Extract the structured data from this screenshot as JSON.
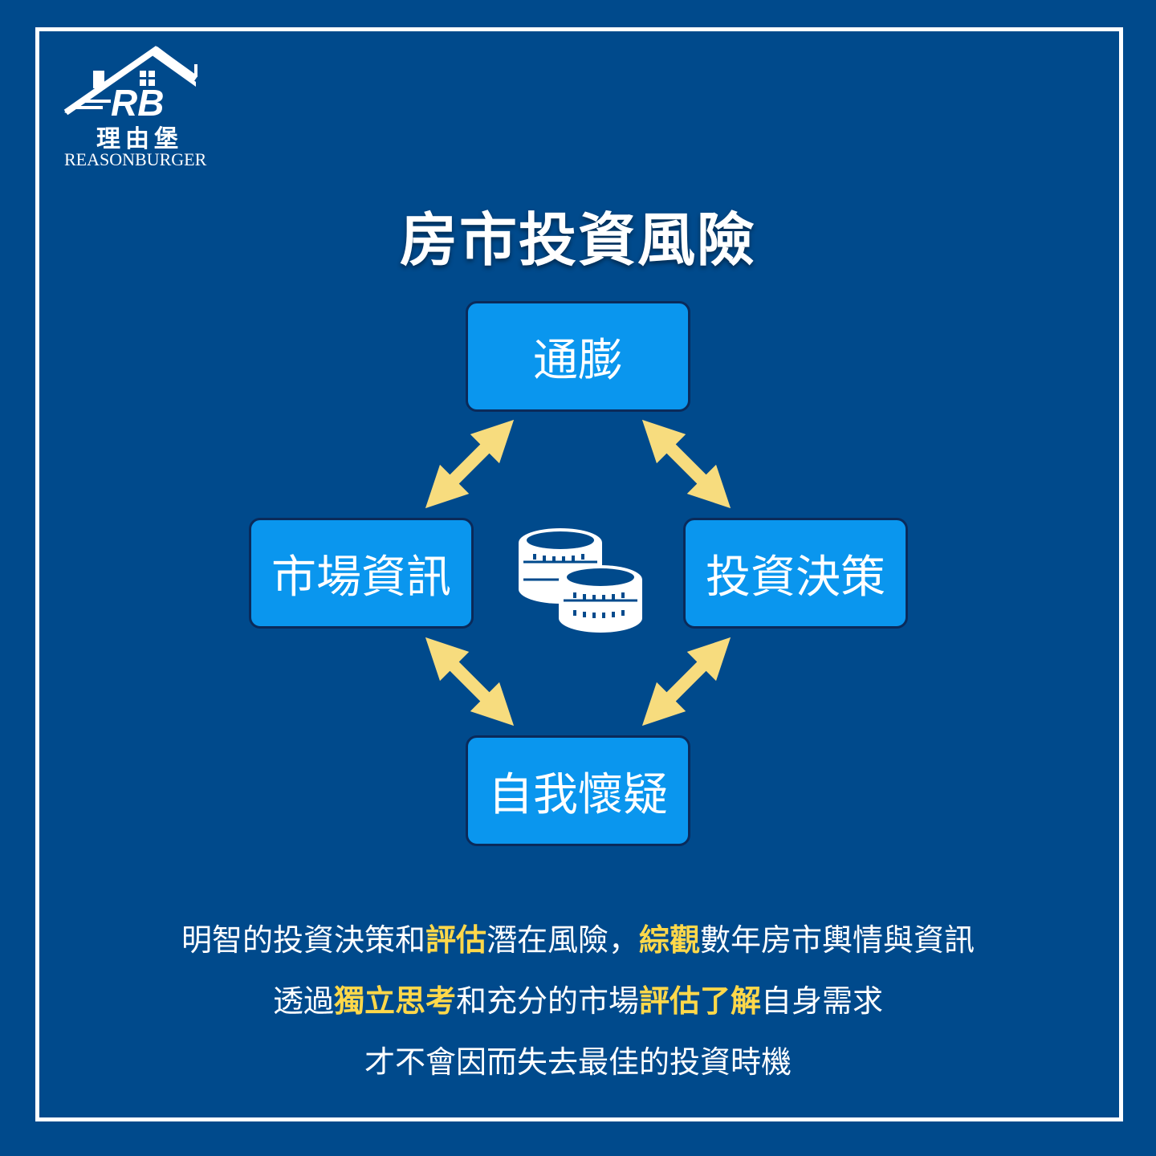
{
  "brand": {
    "name_cn": "理由堡",
    "name_en": "REASONBURGER",
    "monogram": "RB"
  },
  "title": "房市投資風險",
  "nodes": {
    "top": "通膨",
    "left": "市場資訊",
    "right": "投資決策",
    "bottom": "自我懷疑"
  },
  "center_icon": "coins-icon",
  "description": {
    "line1": [
      {
        "text": "明智的投資決策和",
        "highlight": false
      },
      {
        "text": "評估",
        "highlight": true
      },
      {
        "text": "潛在風險，",
        "highlight": false
      },
      {
        "text": "綜觀",
        "highlight": true
      },
      {
        "text": "數年房市輿情與資訊",
        "highlight": false
      }
    ],
    "line2": [
      {
        "text": "透過",
        "highlight": false
      },
      {
        "text": "獨立思考",
        "highlight": true
      },
      {
        "text": "和充分的市場",
        "highlight": false
      },
      {
        "text": "評估了解",
        "highlight": true
      },
      {
        "text": "自身需求",
        "highlight": false
      }
    ],
    "line3": [
      {
        "text": "才不會因而失去最佳的投資時機",
        "highlight": false
      }
    ]
  },
  "colors": {
    "background": "#004a8c",
    "node": "#0a96ee",
    "arrow": "#f7dc7e",
    "highlight": "#ffd84a"
  }
}
